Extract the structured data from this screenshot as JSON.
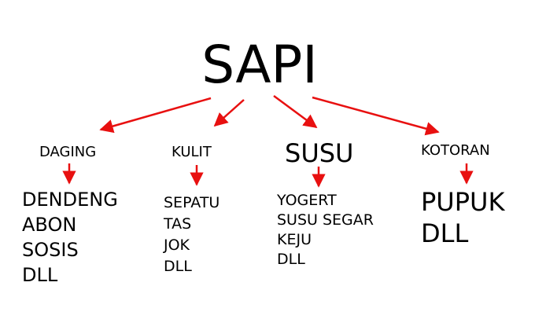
{
  "root": "SAPI",
  "arrow_color": "#e81010",
  "branches": [
    {
      "label": "DAGING",
      "items": [
        "DENDENG",
        "ABON",
        "SOSIS",
        "DLL"
      ]
    },
    {
      "label": "KULIT",
      "items": [
        "SEPATU",
        "TAS",
        "JOK",
        "DLL"
      ]
    },
    {
      "label": "SUSU",
      "items": [
        "YOGERT",
        "SUSU SEGAR",
        "KEJU",
        "DLL"
      ]
    },
    {
      "label": "KOTORAN",
      "items": [
        "PUPUK",
        "DLL"
      ]
    }
  ]
}
